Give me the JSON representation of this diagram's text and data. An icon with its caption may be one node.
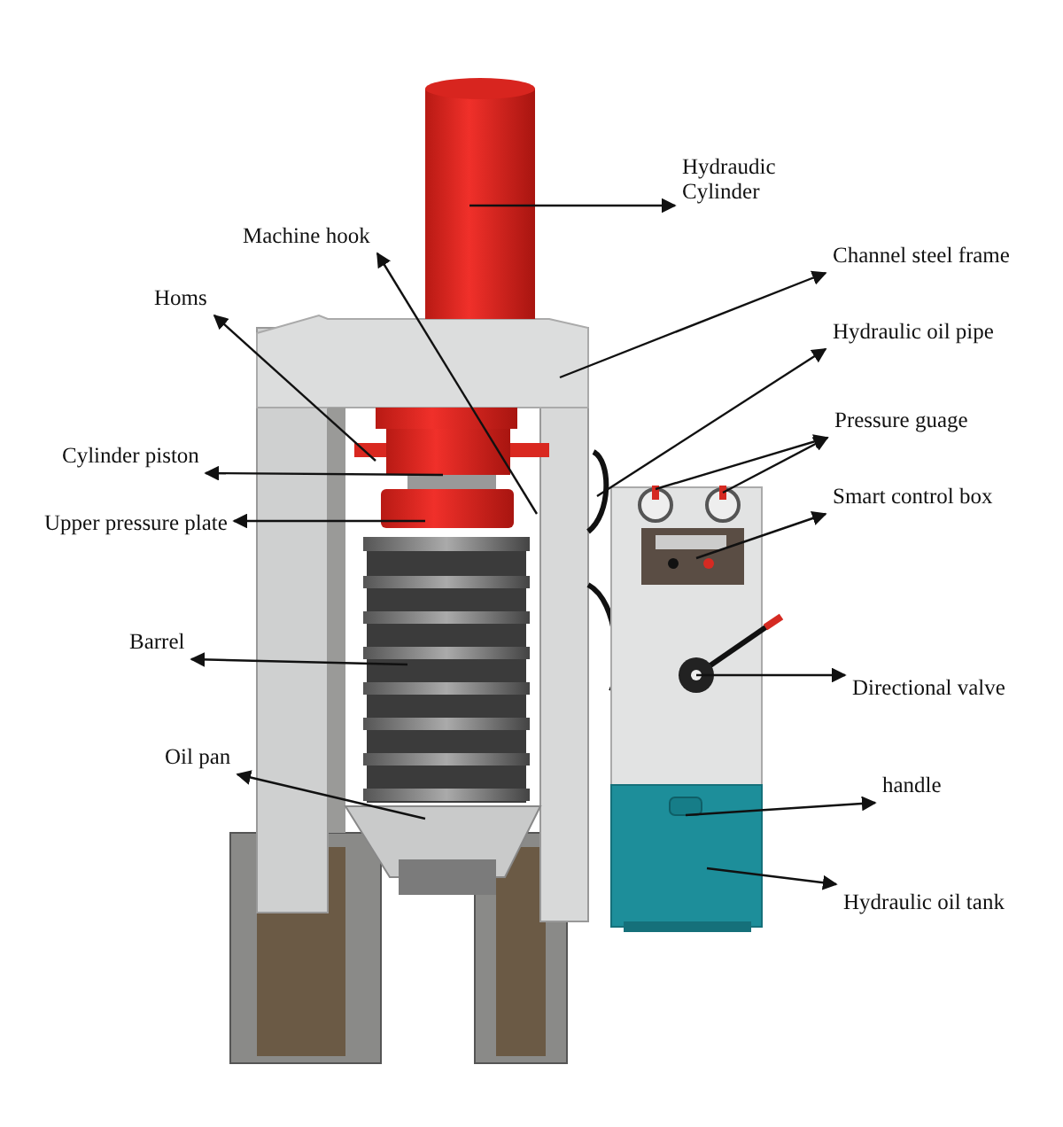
{
  "diagram": {
    "nodes": [
      {
        "text": [
          "Hydraudic Cylinder"
        ]
      },
      {
        "text": [
          "Machine hook"
        ]
      },
      {
        "text": [
          "Channel steel frame"
        ]
      },
      {
        "text": [
          "Homs"
        ]
      },
      {
        "text": [
          "Hydraulic oil pipe"
        ]
      },
      {
        "text": [
          "Pressure guage"
        ]
      },
      {
        "text": [
          "Cylinder piston"
        ]
      },
      {
        "text": [
          "Smart control box"
        ]
      },
      {
        "text": [
          "Upper pressure plate"
        ]
      },
      {
        "text": [
          "Barrel"
        ]
      },
      {
        "text": [
          "Directional valve"
        ]
      },
      {
        "text": [
          "Oil pan"
        ]
      },
      {
        "text": [
          "handle"
        ]
      },
      {
        "text": [
          "Hydraulic oil tank"
        ]
      }
    ],
    "edges": [
      {
        "from": null,
        "to": 0,
        "arrow": "to"
      },
      {
        "from": null,
        "to": 1,
        "arrow": "to"
      },
      {
        "from": null,
        "to": 2,
        "arrow": "to"
      },
      {
        "from": null,
        "to": 3,
        "arrow": "to"
      },
      {
        "from": null,
        "to": 4,
        "arrow": "to"
      },
      {
        "from": null,
        "to": 5,
        "arrow": "to"
      },
      {
        "from": null,
        "to": 5,
        "arrow": "to"
      },
      {
        "from": null,
        "to": 6,
        "arrow": "to"
      },
      {
        "from": null,
        "to": 7,
        "arrow": "to"
      },
      {
        "from": null,
        "to": 8,
        "arrow": "to"
      },
      {
        "from": null,
        "to": 9,
        "arrow": "to"
      },
      {
        "from": null,
        "to": 10,
        "arrow": "to"
      },
      {
        "from": null,
        "to": 11,
        "arrow": "to"
      },
      {
        "from": null,
        "to": 12,
        "arrow": "to"
      },
      {
        "from": null,
        "to": 13,
        "arrow": "to"
      }
    ]
  }
}
